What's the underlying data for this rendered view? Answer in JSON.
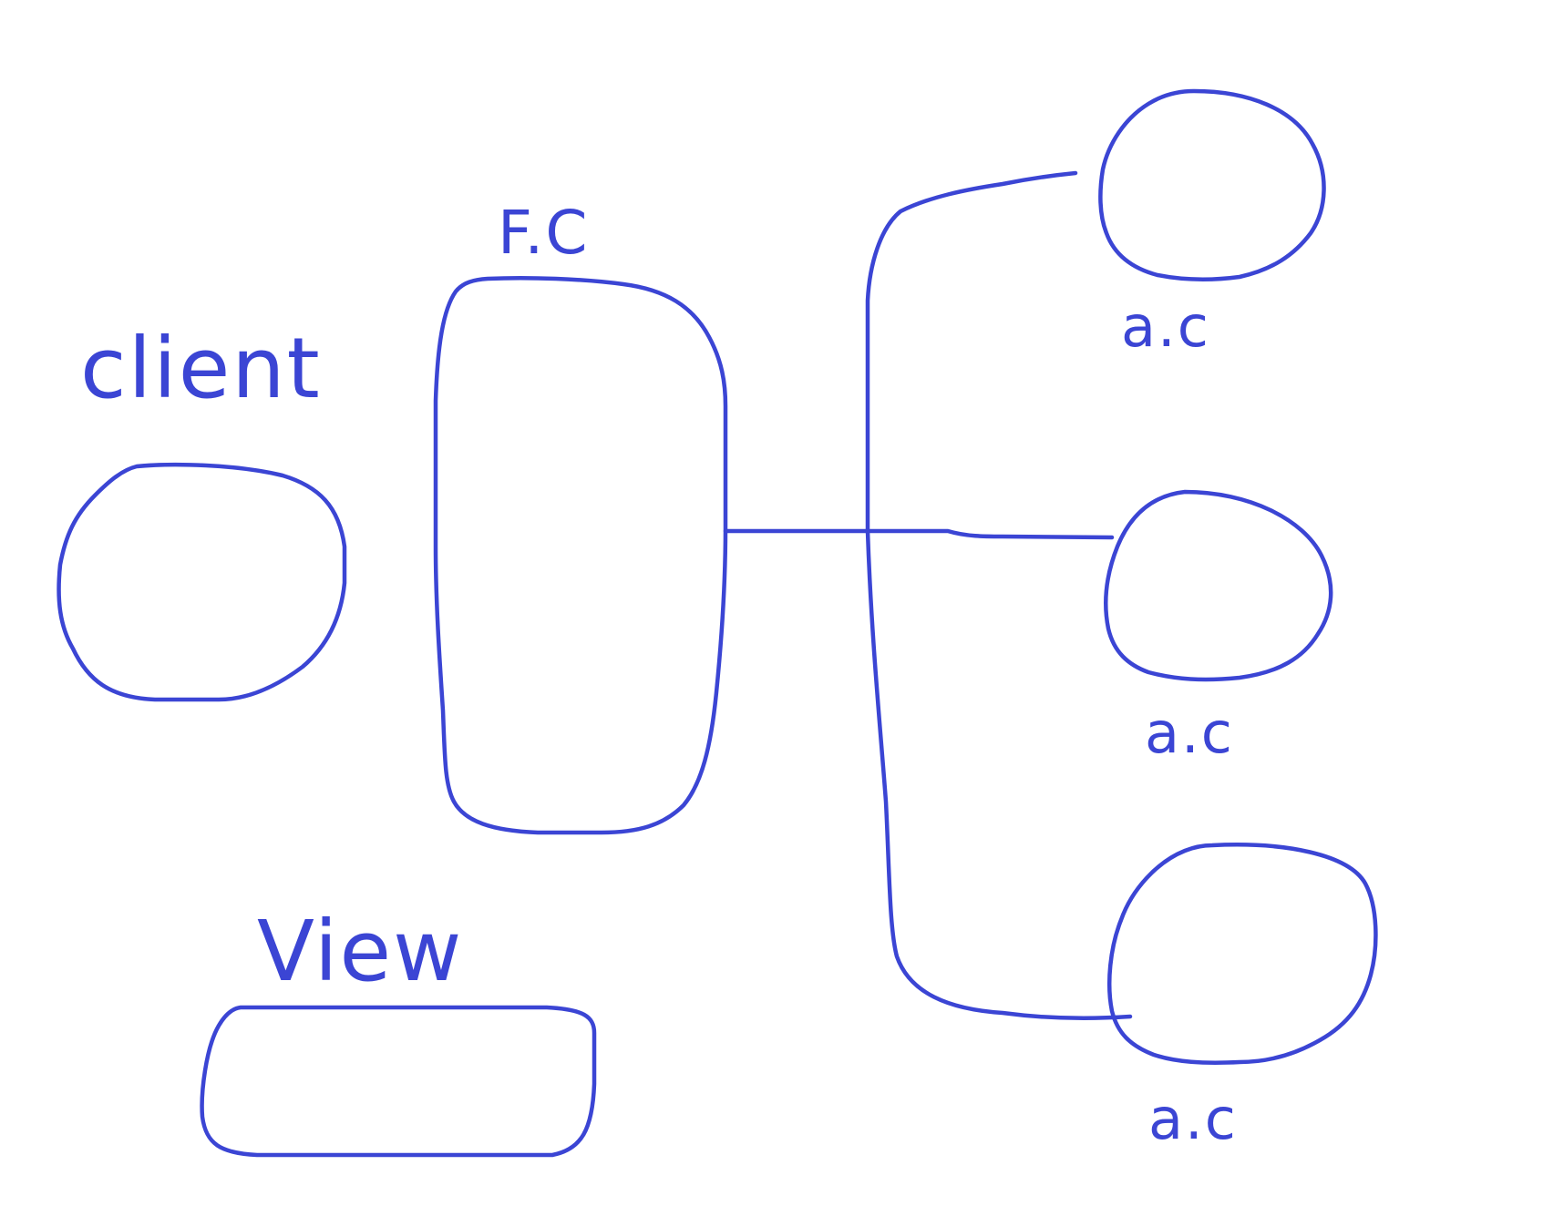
{
  "ink_color": "#3b45d4",
  "labels": {
    "client": "client",
    "front_controller": "F.C",
    "view": "View",
    "controller_1": "a.c",
    "controller_2": "a.c",
    "controller_3": "a.c"
  }
}
